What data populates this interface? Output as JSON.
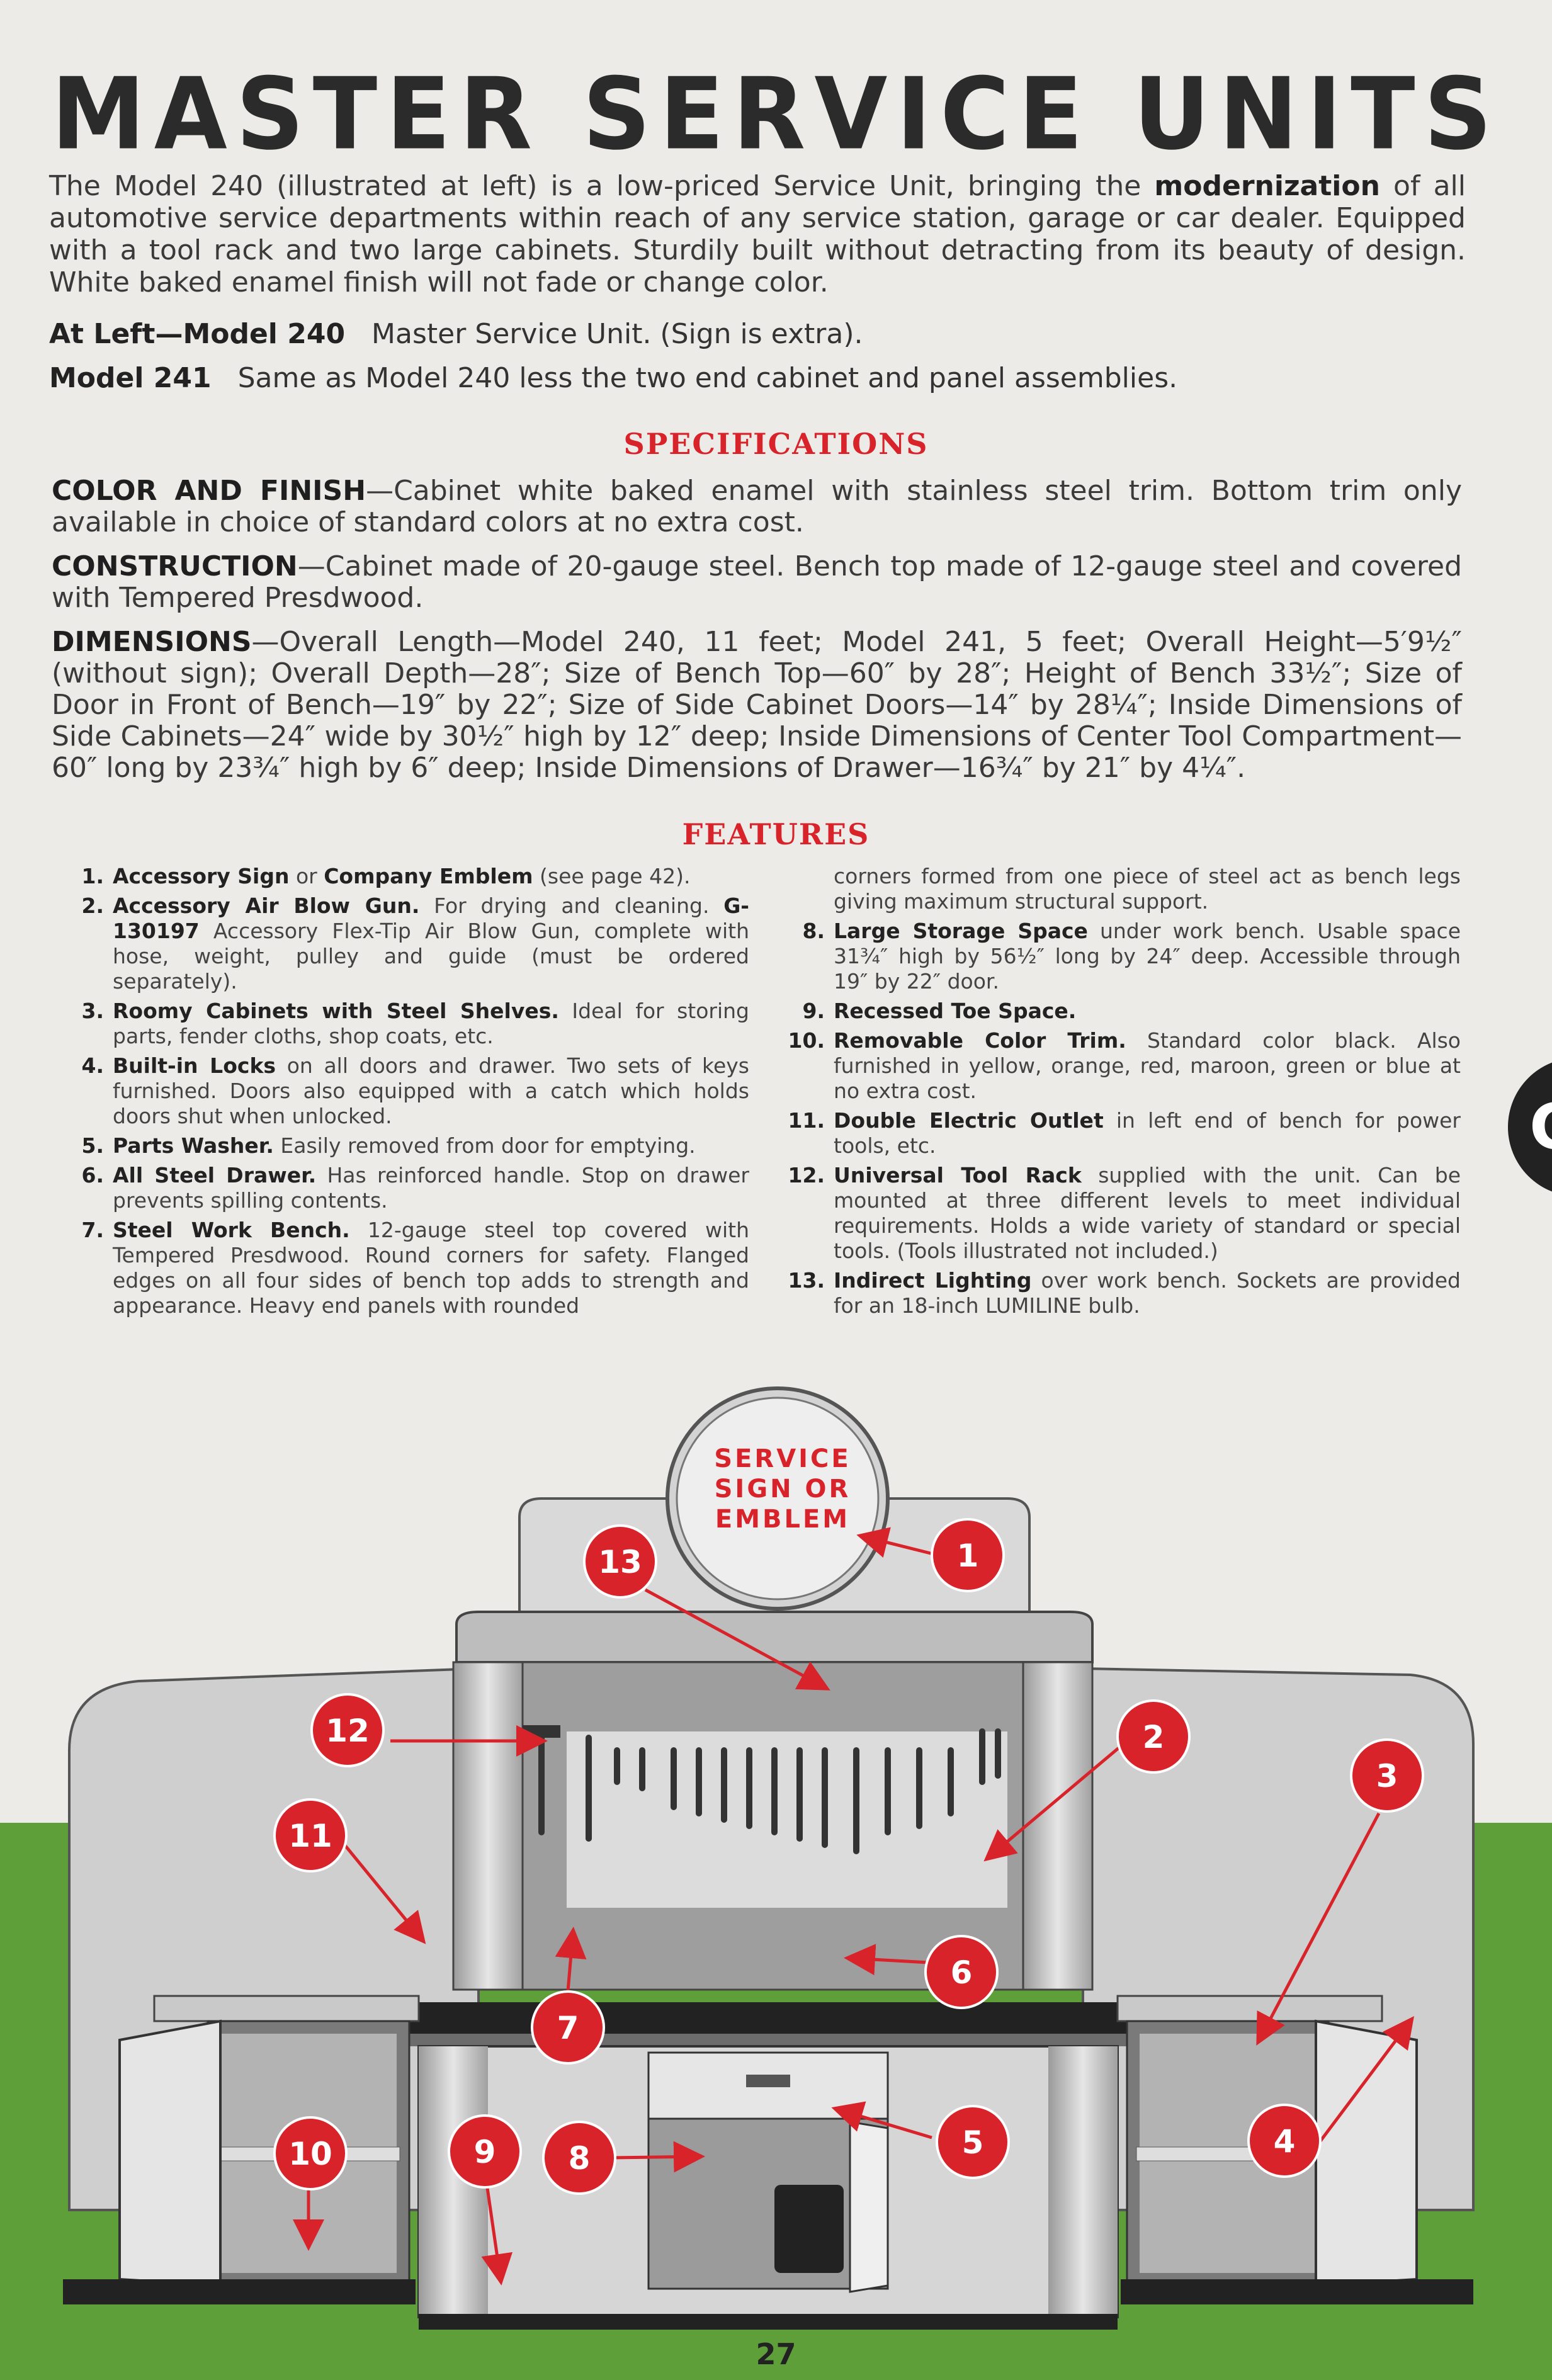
{
  "title": "MASTER SERVICE UNITS",
  "intro": {
    "part1": "The Model 240 (illustrated at left) is a low-priced Service Unit, bringing the ",
    "bold": "modernization",
    "part2": " of all automotive service departments within reach of any service station, garage or car dealer. Equipped with a tool rack and two large cabinets. Sturdily built without detracting from its beauty of design. White baked enamel finish will not fade or change color."
  },
  "models": [
    {
      "label": "At Left—Model 240",
      "text": "Master Service Unit. (Sign is extra)."
    },
    {
      "label": "Model 241",
      "text": "Same as Model 240 less the two end cabinet and panel assemblies."
    }
  ],
  "specifications": {
    "heading": "SPECIFICATIONS",
    "items": [
      {
        "label": "COLOR AND FINISH",
        "text": "—Cabinet white baked enamel with stainless steel trim. Bottom trim only available in choice of standard colors at no extra cost."
      },
      {
        "label": "CONSTRUCTION",
        "text": "—Cabinet made of 20-gauge steel. Bench top made of 12-gauge steel and covered with Tempered Presdwood."
      },
      {
        "label": "DIMENSIONS",
        "text": "—Overall Length—Model 240, 11 feet; Model 241, 5 feet; Overall Height—5′9½″ (without sign); Overall Depth—28″; Size of Bench Top—60″ by 28″; Height of Bench 33½″; Size of Door in Front of Bench—19″ by 22″; Size of Side Cabinet Doors—14″ by 28¼″; Inside Dimensions of Side Cabinets—24″ wide by 30½″ high by 12″ deep; Inside Dimensions of Center Tool Compartment—60″ long by 23¾″ high by 6″ deep; Inside Dimensions of Drawer—16¾″ by 21″ by 4¼″."
      }
    ]
  },
  "features": {
    "heading": "FEATURES",
    "left": [
      {
        "num": "1.",
        "title": "Accessory Sign",
        "text": " or ",
        "title2": "Company Emblem",
        "text2": " (see page 42)."
      },
      {
        "num": "2.",
        "title": "Accessory Air Blow Gun.",
        "text": " For drying and cleaning. ",
        "title2": "G-130197",
        "text2": " Accessory Flex-Tip Air Blow Gun, complete with hose, weight, pulley and guide (must be ordered separately)."
      },
      {
        "num": "3.",
        "title": "Roomy Cabinets with Steel Shelves.",
        "text": " Ideal for storing parts, fender cloths, shop coats, etc."
      },
      {
        "num": "4.",
        "title": "Built-in Locks",
        "text": " on all doors and drawer. Two sets of keys furnished. Doors also equipped with a catch which holds doors shut when unlocked."
      },
      {
        "num": "5.",
        "title": "Parts Washer.",
        "text": " Easily removed from door for emptying."
      },
      {
        "num": "6.",
        "title": "All Steel Drawer.",
        "text": " Has reinforced handle. Stop on drawer prevents spilling contents."
      },
      {
        "num": "7.",
        "title": "Steel Work Bench.",
        "text": " 12-gauge steel top covered with Tempered Presdwood. Round corners for safety. Flanged edges on all four sides of bench top adds to strength and appearance. Heavy end panels with rounded"
      }
    ],
    "right_continuation": "corners formed from one piece of steel act as bench legs giving maximum structural support.",
    "right": [
      {
        "num": "8.",
        "title": "Large Storage Space",
        "text": " under work bench. Usable space 31¾″ high by 56½″ long by 24″ deep. Accessible through 19″ by 22″ door."
      },
      {
        "num": "9.",
        "title": "Recessed Toe Space.",
        "text": ""
      },
      {
        "num": "10.",
        "title": "Removable Color Trim.",
        "text": " Standard color black. Also furnished in yellow, orange, red, maroon, green or blue at no extra cost."
      },
      {
        "num": "11.",
        "title": "Double Electric Outlet",
        "text": " in left end of bench for power tools, etc."
      },
      {
        "num": "12.",
        "title": "Universal Tool Rack",
        "text": " supplied with the unit. Can be mounted at three different levels to meet individual requirements. Holds a wide variety of standard or special tools. (Tools illustrated not included.)"
      },
      {
        "num": "13.",
        "title": "Indirect Lighting",
        "text": " over work bench. Sockets are provided for an 18-inch LUMILINE bulb."
      }
    ]
  },
  "illustration": {
    "sign_lines": [
      "SERVICE",
      "SIGN OR",
      "EMBLEM"
    ],
    "callouts": [
      "1",
      "2",
      "3",
      "4",
      "5",
      "6",
      "7",
      "8",
      "9",
      "10",
      "11",
      "12",
      "13"
    ],
    "callout_color": "#d8232a"
  },
  "side_tab": "G",
  "page_number": "27"
}
